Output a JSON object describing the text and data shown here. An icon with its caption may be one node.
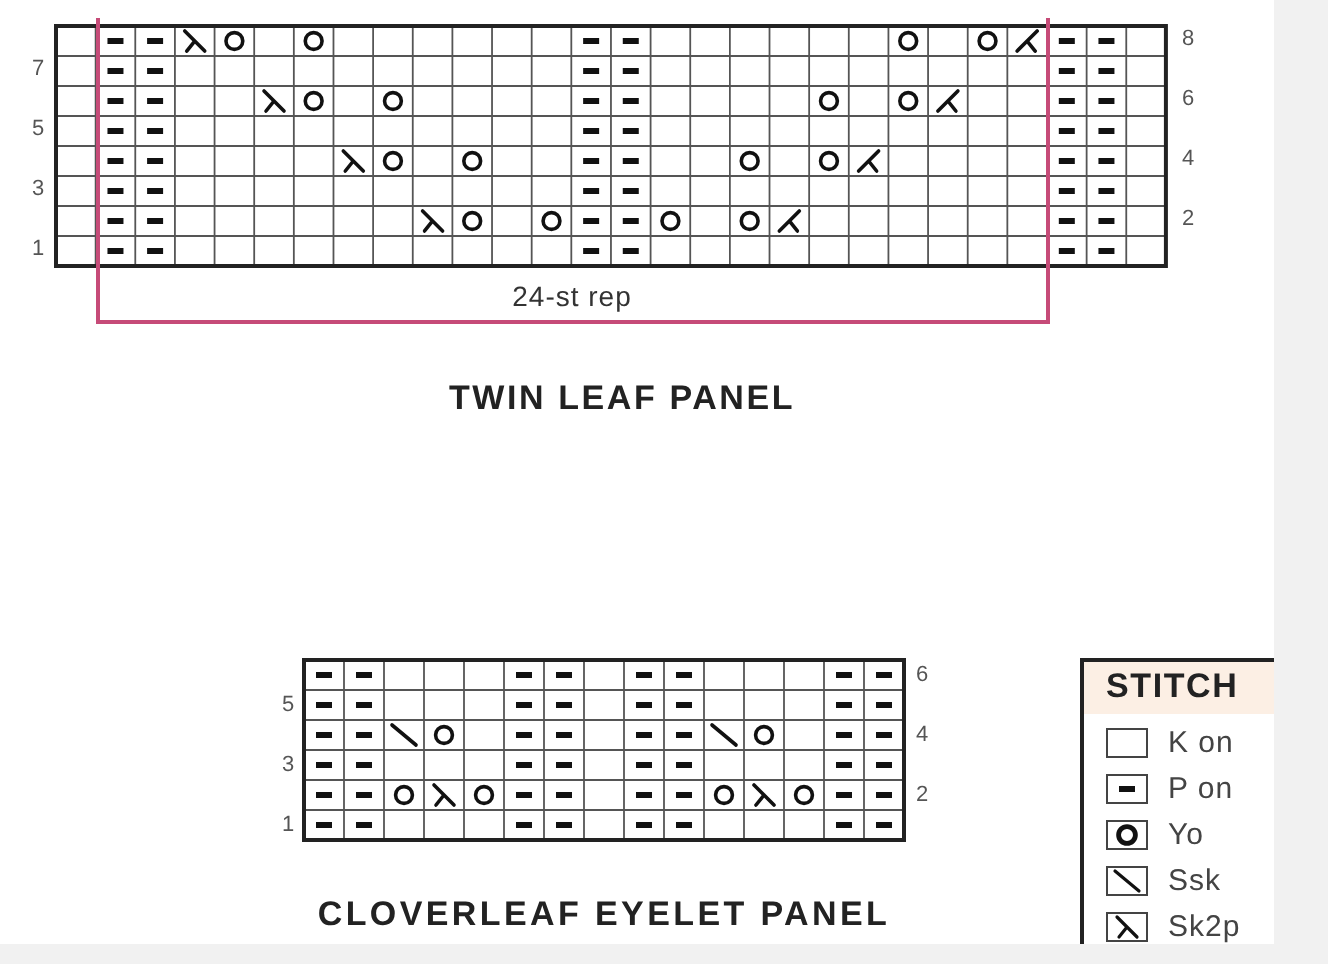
{
  "diagram": {
    "labels": [
      "8",
      "7",
      "6",
      "5",
      "4",
      "3",
      "2",
      "1",
      "24-st rep",
      "TWIN LEAF PANEL",
      "6",
      "5",
      "4",
      "3",
      "2",
      "1",
      "CLOVERLEAF EYELET PANEL",
      "STITCH"
    ],
    "legend": [
      {
        "text": "K on"
      },
      {
        "text": "P on"
      },
      {
        "text": "Yo"
      },
      {
        "text": "Ssk"
      },
      {
        "text": "Sk2p"
      }
    ]
  }
}
